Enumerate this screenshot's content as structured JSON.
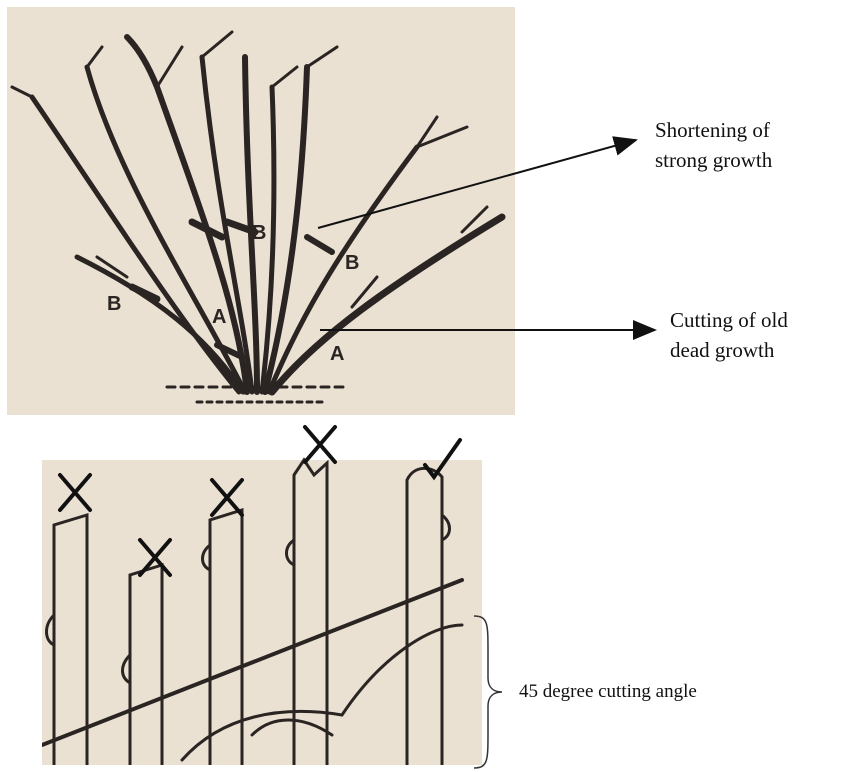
{
  "bush_markers": {
    "b_upper": "B",
    "b_right": "B",
    "b_left": "B",
    "a_center": "A",
    "a_right": "A"
  },
  "annotations": {
    "shortening": [
      "Shortening of",
      "strong growth"
    ],
    "cutting_old": [
      "Cutting of old",
      "dead growth"
    ],
    "angle": "45 degree cutting angle"
  },
  "cut_marks": [
    "cross",
    "cross",
    "cross",
    "cross",
    "check"
  ],
  "colors": {
    "paper": "#eae1d3",
    "ink": "#2a2522",
    "arrow": "#111111"
  }
}
